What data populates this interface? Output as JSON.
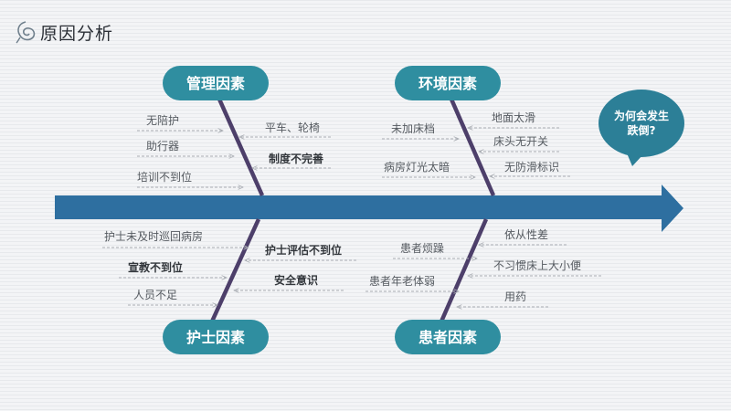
{
  "header": {
    "title": "原因分析",
    "icon": "leaf-swirl-icon"
  },
  "effect": {
    "line1": "为何会发生",
    "line2": "跌倒?"
  },
  "categories": {
    "management": "管理因素",
    "environment": "环境因素",
    "nurse": "护士因素",
    "patient": "患者因素"
  },
  "causes": {
    "management": [
      "无陪护",
      "助行器",
      "培训不到位",
      "平车、轮椅",
      "制度不完善"
    ],
    "environment": [
      "未加床档",
      "病房灯光太暗",
      "地面太滑",
      "床头无开关",
      "无防滑标识"
    ],
    "nurse": [
      "护士未及时巡回病房",
      "宣教不到位",
      "人员不足",
      "护士评估不到位",
      "安全意识"
    ],
    "patient": [
      "患者烦躁",
      "患者年老体弱",
      "依从性差",
      "不习惯床上大小便",
      "用药"
    ]
  },
  "colors": {
    "spine": "#2e6fa0",
    "bone": "#4d3f6a",
    "category": "#2f8ea0",
    "bubble": "#2c7f97",
    "arrow": "#a9adb3"
  }
}
